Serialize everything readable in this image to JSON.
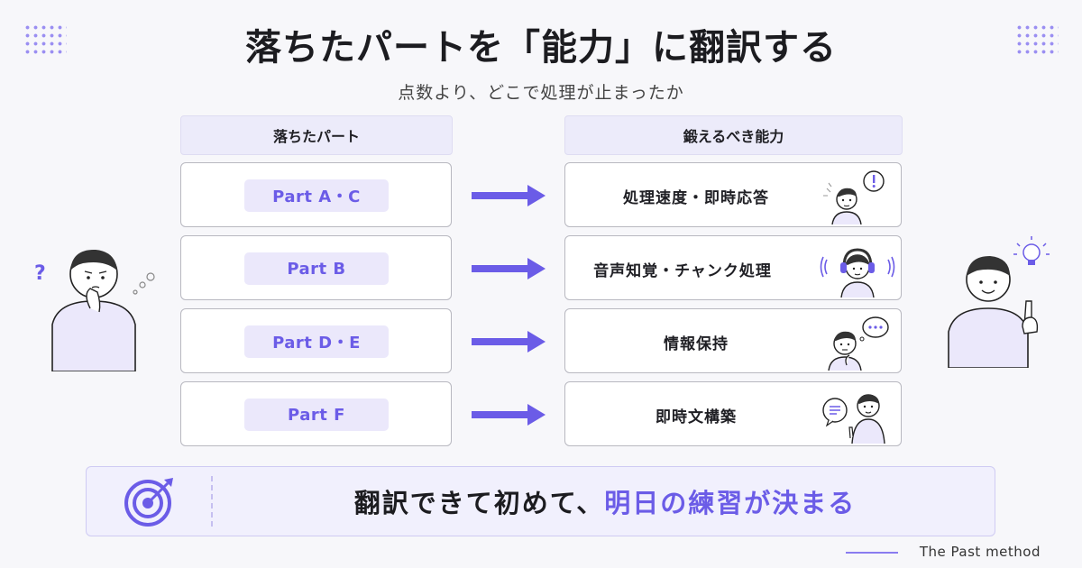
{
  "title": "落ちたパートを「能力」に翻訳する",
  "subtitle": "点数より、どこで処理が止まったか",
  "columns": {
    "left_header": "落ちたパート",
    "right_header": "鍛えるべき能力"
  },
  "rows": [
    {
      "part": "Part A・C",
      "ability": "処理速度・即時応答",
      "icon": "person-exclamation-icon"
    },
    {
      "part": "Part B",
      "ability": "音声知覚・チャンク処理",
      "icon": "person-headphones-icon"
    },
    {
      "part": "Part D・E",
      "ability": "情報保持",
      "icon": "person-thinking-bubble-icon"
    },
    {
      "part": "Part F",
      "ability": "即時文構築",
      "icon": "person-speech-bubble-icon"
    }
  ],
  "banner": {
    "text_main": "翻訳できて初めて、",
    "text_accent": "明日の練習が決まる",
    "icon": "target-icon"
  },
  "footer": "The Past method",
  "colors": {
    "accent": "#6b5ce7",
    "pill_bg": "#ebe8fb",
    "header_bg": "#ecebfa",
    "banner_bg": "#f1f0fd",
    "arrow": "#6b5ce7"
  },
  "decorations": {
    "left_person": "confused-person-icon",
    "left_question": "?",
    "right_person": "idea-person-icon",
    "right_exclaim": "!"
  }
}
